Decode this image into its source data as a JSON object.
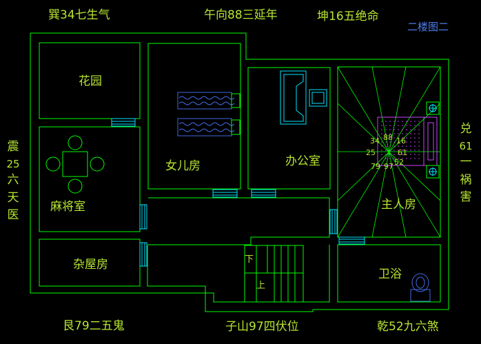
{
  "title": "二楼图二",
  "directions": {
    "top_left": "巽34七生气",
    "top_center": "午向88三延年",
    "top_right": "坤16五绝命",
    "left_chars": [
      "震",
      "25",
      "六",
      "天",
      "医"
    ],
    "right_chars": [
      "兑",
      "61",
      "一",
      "祸",
      "害"
    ],
    "bottom_left": "艮79二五鬼",
    "bottom_center": "子山97四伏位",
    "bottom_right": "乾52九六煞"
  },
  "rooms": {
    "garden": "花园",
    "mahjong": "麻将室",
    "storage": "杂屋房",
    "daughter": "女儿房",
    "office": "办公室",
    "master": "主人房",
    "bathroom": "卫浴"
  },
  "stairs": {
    "down": "下",
    "up": "上"
  },
  "grid_numbers": [
    "34",
    "88",
    "16",
    "25",
    "61",
    "79",
    "97",
    "52"
  ],
  "colors": {
    "wall": "#00ff00",
    "text": "#b8e632",
    "title": "#4f7de8",
    "door": "#00e5ff",
    "bed": "#4169e1",
    "bedspread": "#cc44ff"
  }
}
